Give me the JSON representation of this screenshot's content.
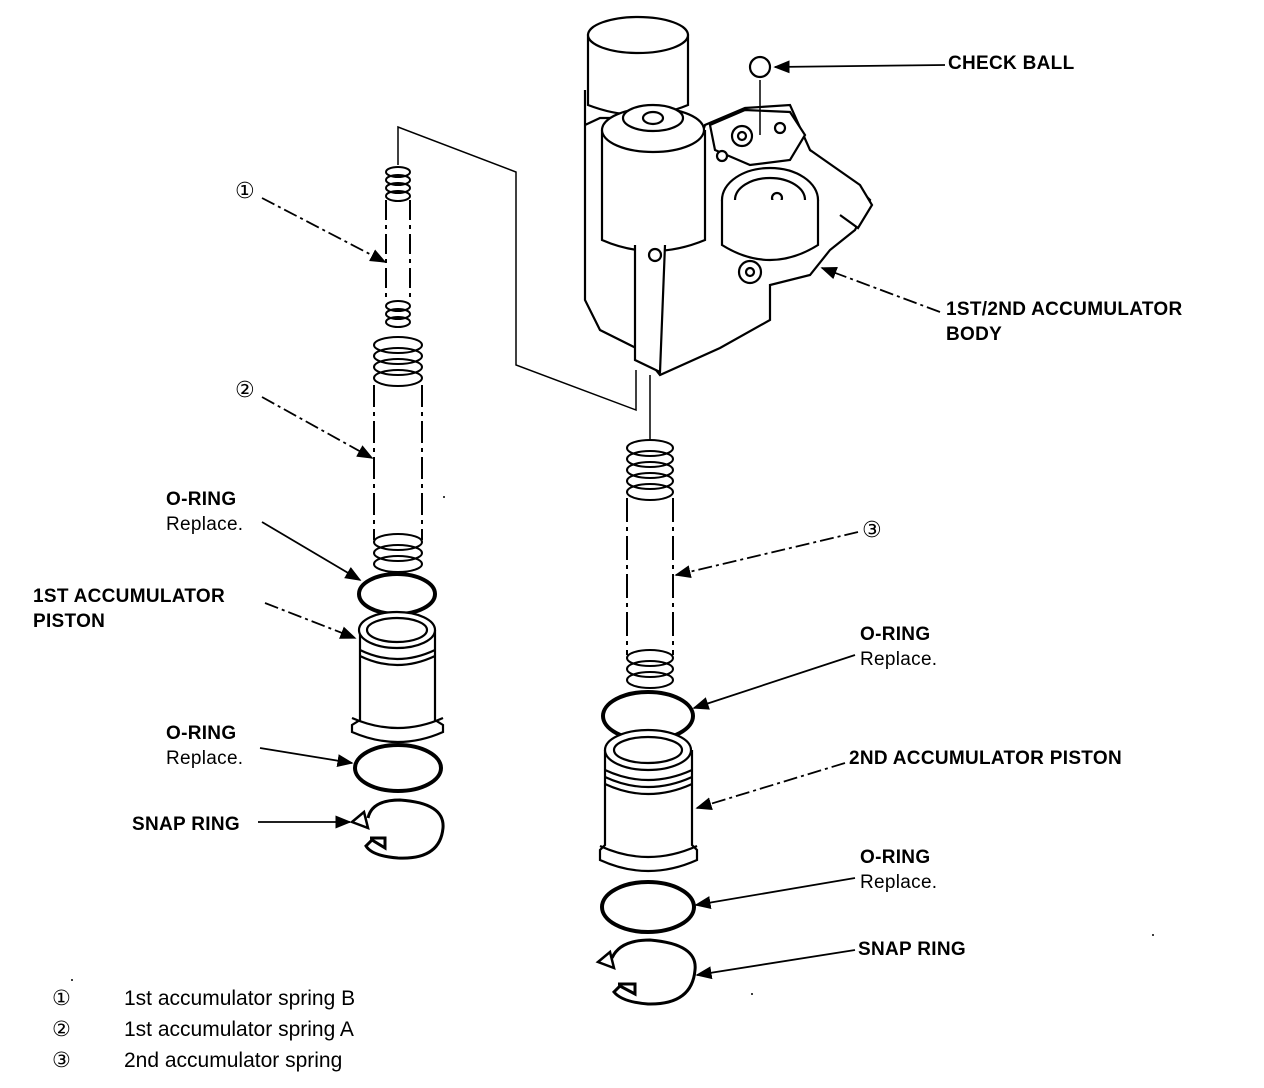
{
  "labels": {
    "check_ball": "CHECK BALL",
    "body_line1": "1ST/2ND ACCUMULATOR",
    "body_line2": "BODY",
    "oring_title": "O-RING",
    "oring_replace": "Replace.",
    "piston1_line1": "1ST ACCUMULATOR",
    "piston1_line2": "PISTON",
    "piston2": "2ND ACCUMULATOR PISTON",
    "snap_ring": "SNAP RING"
  },
  "callouts": {
    "one": "①",
    "two": "②",
    "three": "③"
  },
  "legend": [
    {
      "num": "①",
      "text": "1st accumulator spring B"
    },
    {
      "num": "②",
      "text": "1st accumulator spring A"
    },
    {
      "num": "③",
      "text": "2nd accumulator spring"
    }
  ]
}
